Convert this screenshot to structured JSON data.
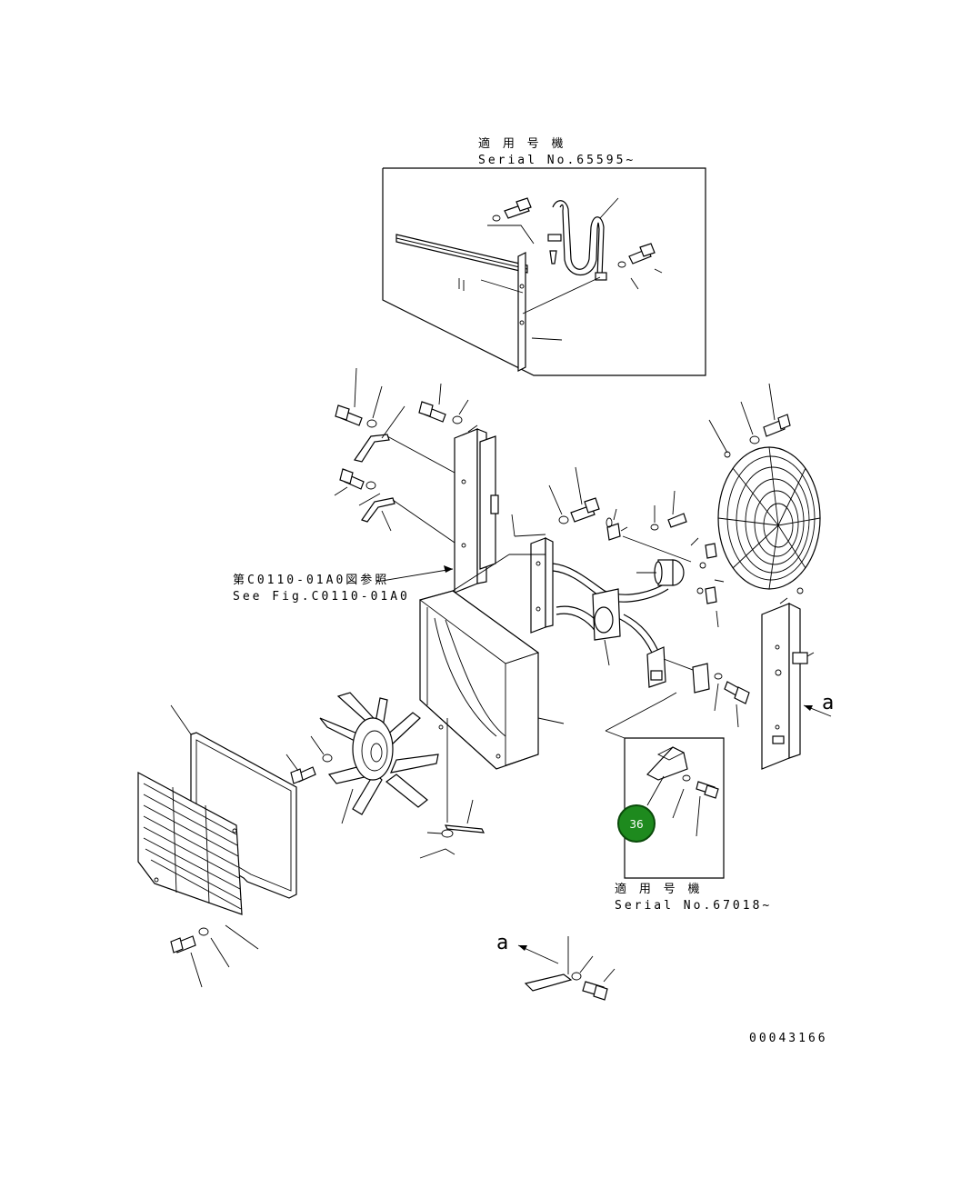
{
  "inset_top": {
    "label_jp": "適 用 号 機",
    "label_en": "Serial No.65595~"
  },
  "inset_bottom": {
    "label_jp": "適 用 号 機",
    "label_en": "Serial No.67018~"
  },
  "see_fig": {
    "label_jp": "第C0110-01A0図参照",
    "label_en": "See Fig.C0110-01A0"
  },
  "view_markers": {
    "right": "a",
    "bottom": "a"
  },
  "callout": {
    "number": "36",
    "color": "#1e8a1e"
  },
  "drawing_number": "00043166"
}
